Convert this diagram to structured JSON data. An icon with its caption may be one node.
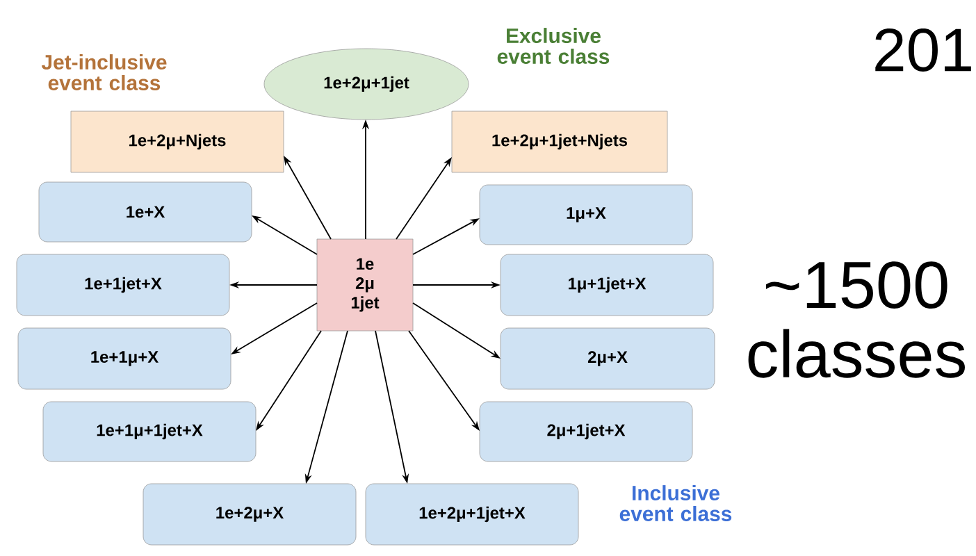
{
  "diagram": {
    "nodes": [
      {
        "text": [
          "1e 2μ 1jet"
        ]
      },
      {
        "text": [
          "1e+2μ+1jet"
        ]
      },
      {
        "text": [
          "1e+2μ+Njets"
        ]
      },
      {
        "text": [
          "1e+2μ+1jet+Njets"
        ]
      },
      {
        "text": [
          "1e+X"
        ]
      },
      {
        "text": [
          "1μ+X"
        ]
      },
      {
        "text": [
          "1e+1jet+X"
        ]
      },
      {
        "text": [
          "1μ+1jet+X"
        ]
      },
      {
        "text": [
          "1e+1μ+X"
        ]
      },
      {
        "text": [
          "2μ+X"
        ]
      },
      {
        "text": [
          "1e+1μ+1jet+X"
        ]
      },
      {
        "text": [
          "2μ+1jet+X"
        ]
      },
      {
        "text": [
          "1e+2μ+X"
        ]
      },
      {
        "text": [
          "1e+2μ+1jet+X"
        ]
      }
    ],
    "edges": [
      {
        "from": 0,
        "to": 1,
        "arrow": "to"
      },
      {
        "from": 0,
        "to": 2,
        "arrow": "to"
      },
      {
        "from": 0,
        "to": 3,
        "arrow": "to"
      },
      {
        "from": 0,
        "to": 4,
        "arrow": "to"
      },
      {
        "from": 0,
        "to": 5,
        "arrow": "to"
      },
      {
        "from": 0,
        "to": 6,
        "arrow": "to"
      },
      {
        "from": 0,
        "to": 7,
        "arrow": "to"
      },
      {
        "from": 0,
        "to": 8,
        "arrow": "to"
      },
      {
        "from": 0,
        "to": 9,
        "arrow": "to"
      },
      {
        "from": 0,
        "to": 10,
        "arrow": "to"
      },
      {
        "from": 0,
        "to": 11,
        "arrow": "to"
      },
      {
        "from": 0,
        "to": 12,
        "arrow": "to"
      },
      {
        "from": 0,
        "to": 13,
        "arrow": "to"
      }
    ],
    "labels": [
      "Exclusive event class",
      "201",
      "Jet-inclusive event class",
      "~1500 classes",
      "Inclusive event class"
    ]
  }
}
